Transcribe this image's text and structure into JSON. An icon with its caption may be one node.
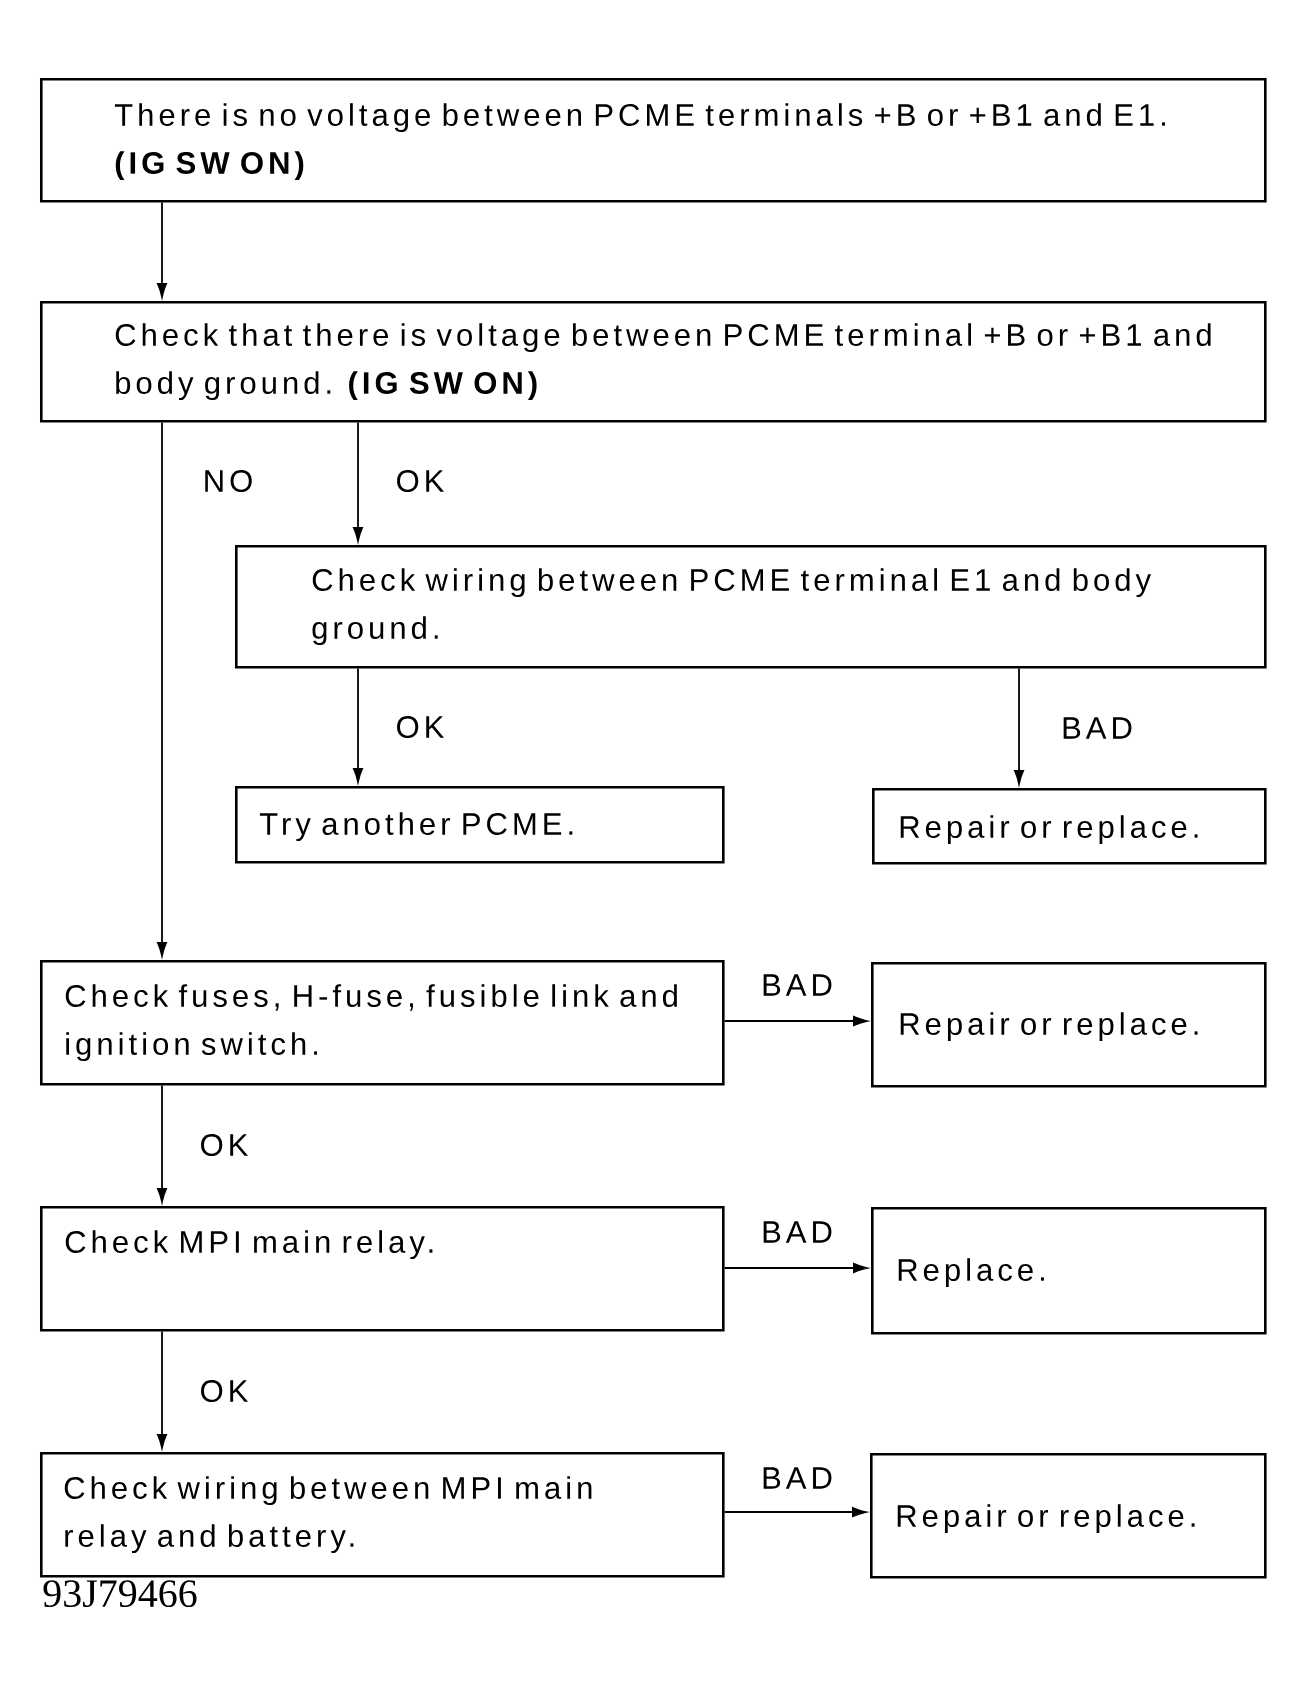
{
  "diagram": {
    "nodes": [
      {
        "text": [
          "There is no voltage between PCME terminals +B or +B1 and E1. **(IG SW ON)**"
        ]
      },
      {
        "text": [
          "Check that there is voltage between PCME terminal +B or +B1 and body ground. **(IG SW ON)**"
        ]
      },
      {
        "text": [
          "Check wiring between PCME terminal E1 and body ground."
        ]
      },
      {
        "text": [
          "Try another PCME."
        ]
      },
      {
        "text": [
          "Repair or replace."
        ]
      },
      {
        "text": [
          "Check fuses, H-fuse, fusible link and ignition switch."
        ]
      },
      {
        "text": [
          "Repair or replace."
        ]
      },
      {
        "text": [
          "Check MPI main relay."
        ]
      },
      {
        "text": [
          "Replace."
        ]
      },
      {
        "text": [
          "Check wiring between MPI main relay and battery."
        ]
      },
      {
        "text": [
          "Repair or replace."
        ]
      }
    ],
    "edges": [
      {
        "from": 0,
        "to": 1,
        "arrow": "to"
      },
      {
        "from": 1,
        "to": 5,
        "arrow": "to",
        "label": "NO"
      },
      {
        "from": 1,
        "to": 2,
        "arrow": "to",
        "label": "OK"
      },
      {
        "from": 2,
        "to": 3,
        "arrow": "to",
        "label": "OK"
      },
      {
        "from": 2,
        "to": 4,
        "arrow": "to",
        "label": "BAD"
      },
      {
        "from": 5,
        "to": 6,
        "arrow": "to",
        "label": "BAD"
      },
      {
        "from": 5,
        "to": 7,
        "arrow": "to",
        "label": "OK"
      },
      {
        "from": 7,
        "to": 8,
        "arrow": "to",
        "label": "BAD"
      },
      {
        "from": 7,
        "to": 9,
        "arrow": "to",
        "label": "OK"
      },
      {
        "from": 9,
        "to": 10,
        "arrow": "to",
        "label": "BAD"
      }
    ],
    "labels": [
      "93J79466"
    ]
  }
}
